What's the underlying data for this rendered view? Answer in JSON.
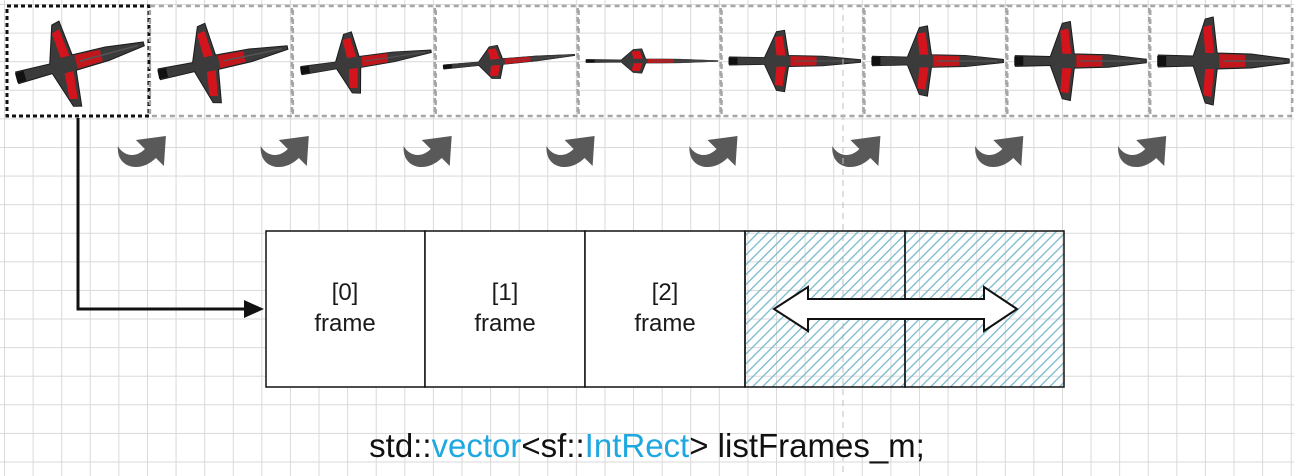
{
  "diagram": {
    "sprite_frame_count": 9,
    "rotation_arrow_count": 8,
    "colors": {
      "hull": "#3b3b3b",
      "hull_dark": "#222222",
      "accent": "#d4141c",
      "rotation_arrow": "#595959",
      "selected_frame_border": "#111111",
      "frame_border": "#a6a6a6",
      "hatch": "#7ab8cc"
    }
  },
  "vector": {
    "cells": [
      {
        "index": "[0]",
        "label": "frame"
      },
      {
        "index": "[1]",
        "label": "frame"
      },
      {
        "index": "[2]",
        "label": "frame"
      }
    ],
    "hatched_cells": 2
  },
  "code": {
    "part1": "std::",
    "part2": "vector",
    "part3": "<sf::",
    "part4": "IntRect",
    "part5": "> listFrames_m;",
    "keyword_color": "#1fa8e0"
  }
}
